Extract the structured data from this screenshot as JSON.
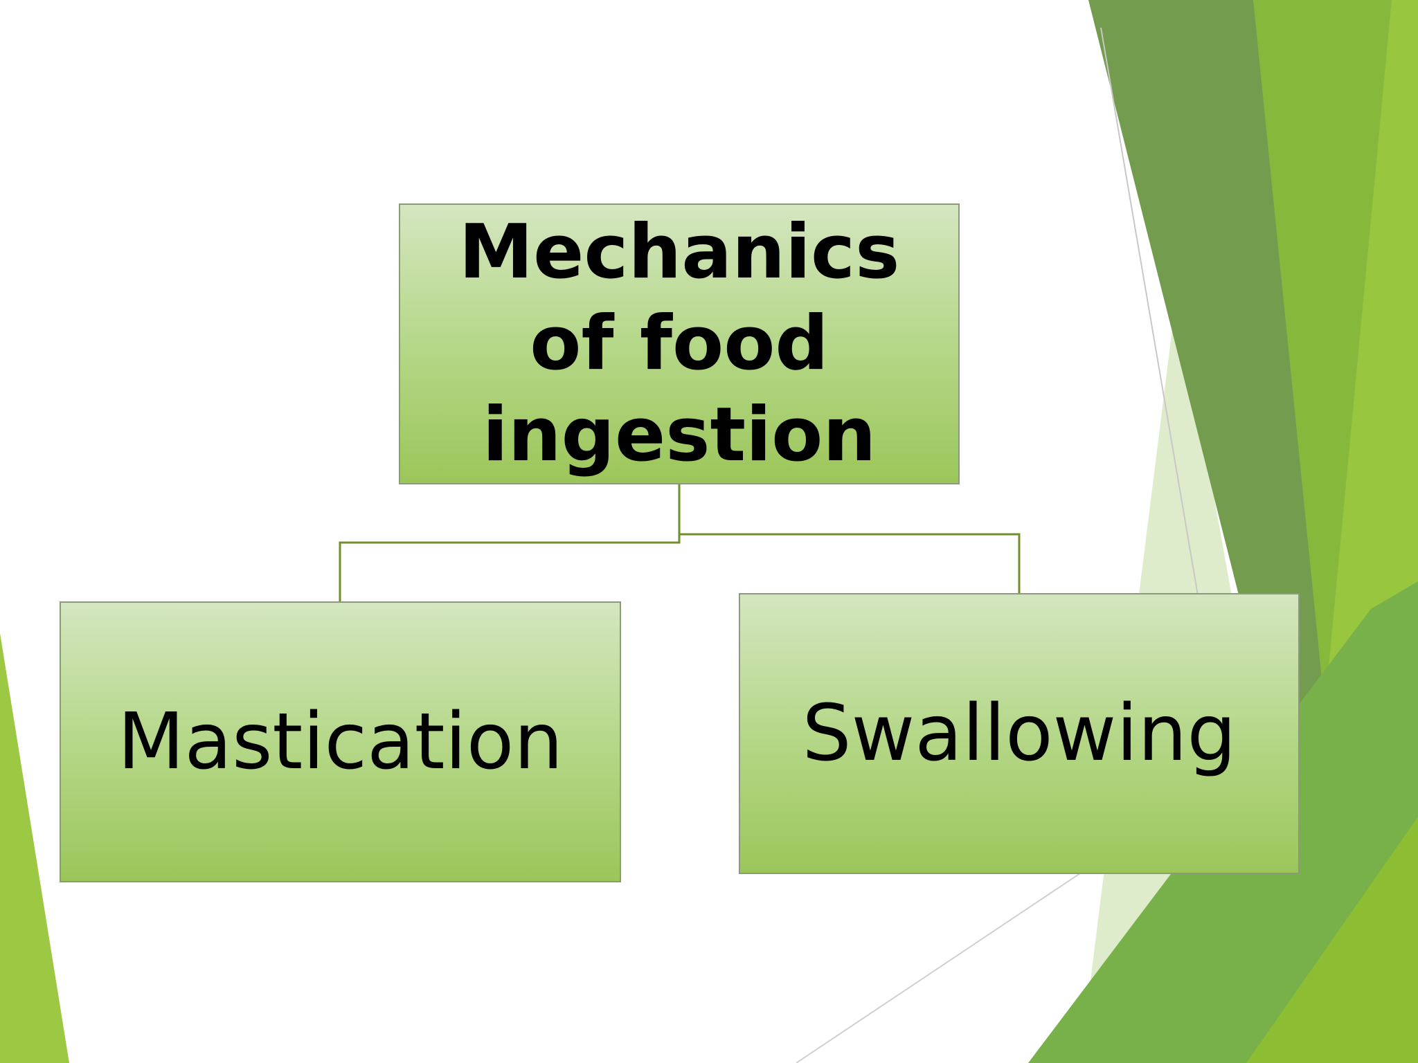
{
  "diagram": {
    "root": {
      "label": "Mechanics of food ingestion"
    },
    "children": [
      {
        "label": "Mastication"
      },
      {
        "label": "Swallowing"
      }
    ]
  },
  "colors": {
    "node_top": "#d4e6c0",
    "node_bottom": "#9cc65a",
    "node_border": "#8a9a7a",
    "connector": "#6f8f2a",
    "accent_green_light": "#9dc843",
    "accent_green_dark": "#5e8f3a"
  }
}
